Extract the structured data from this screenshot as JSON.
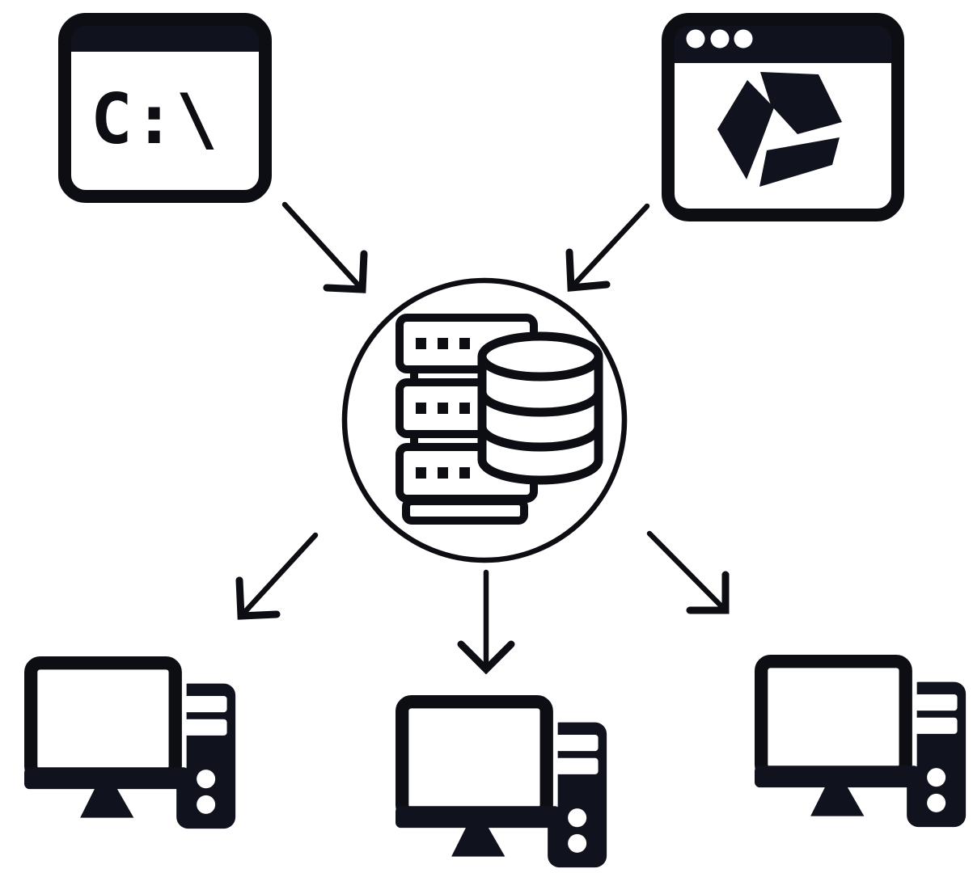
{
  "colors": {
    "ink": "#10131d",
    "paper": "#ffffff",
    "line": "#0d0e13"
  },
  "diagram": {
    "type": "flow",
    "nodes": {
      "terminal_window": {
        "icon": "command-prompt-window-icon",
        "prompt_text": "C:\\"
      },
      "browser_window": {
        "icon": "browser-drive-window-icon",
        "titlebar_dots": 3
      },
      "server_database": {
        "icon": "server-database-icon",
        "server_units": 3,
        "database_disks": 3
      },
      "clients": [
        {
          "icon": "desktop-computer-icon",
          "position": "left"
        },
        {
          "icon": "desktop-computer-icon",
          "position": "center"
        },
        {
          "icon": "desktop-computer-icon",
          "position": "right"
        }
      ]
    },
    "edges": [
      {
        "from": "terminal_window",
        "to": "server_database"
      },
      {
        "from": "browser_window",
        "to": "server_database"
      },
      {
        "from": "server_database",
        "to": "client-left"
      },
      {
        "from": "server_database",
        "to": "client-center"
      },
      {
        "from": "server_database",
        "to": "client-right"
      }
    ]
  }
}
